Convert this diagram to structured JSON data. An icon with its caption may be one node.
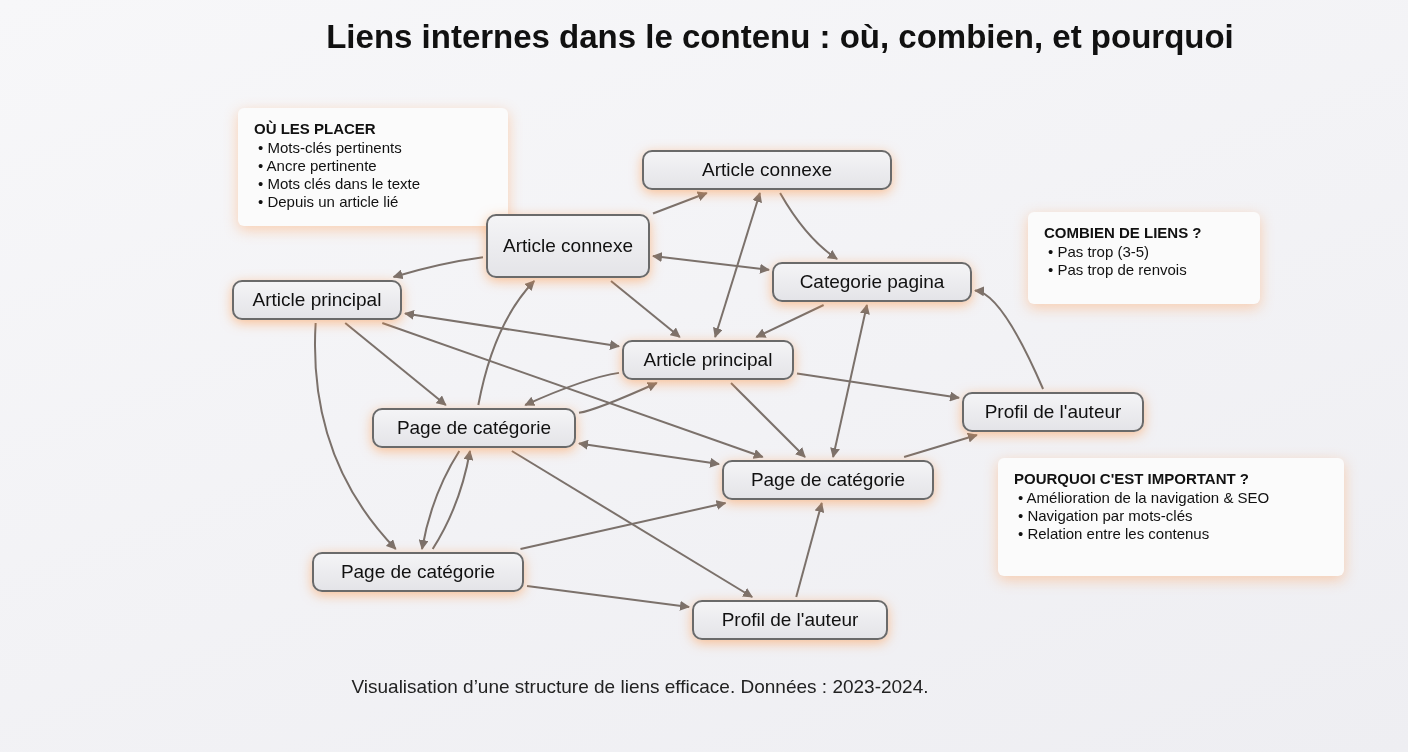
{
  "diagram": {
    "title": "Liens internes dans le contenu : où, combien, et pourquoi",
    "caption": "Visualisation d’une structure de liens efficace. Données : 2023-2024.",
    "nodes": [
      {
        "text": [
          "OÙ LES PLACER",
          "• Mots-clés pertinents",
          "• Ancre pertinente",
          "• Mots clés dans le texte",
          "• Depuis un article lié"
        ]
      },
      {
        "text": [
          "Article connexe"
        ]
      },
      {
        "text": [
          "Article connexe"
        ]
      },
      {
        "text": [
          "COMBIEN DE LIENS ?",
          "• Pas trop (3-5)",
          "• Pas trop de renvois"
        ]
      },
      {
        "text": [
          "Article principal"
        ]
      },
      {
        "text": [
          "Categorie pagina"
        ]
      },
      {
        "text": [
          "Article principal"
        ]
      },
      {
        "text": [
          "Profil de l'auteur"
        ]
      },
      {
        "text": [
          "Page de catégorie"
        ]
      },
      {
        "text": [
          "Page de catégorie"
        ]
      },
      {
        "text": [
          "POURQUOI C'EST IMPORTANT ?",
          "• Amélioration de la navigation & SEO",
          "• Navigation par mots-clés",
          "• Relation entre les contenus"
        ]
      },
      {
        "text": [
          "Page de catégorie"
        ]
      },
      {
        "text": [
          "Profil de l'auteur"
        ]
      }
    ],
    "edges": [
      {
        "from": 2,
        "to": 1,
        "arrow": "to"
      },
      {
        "from": 2,
        "to": 4,
        "arrow": "to"
      },
      {
        "from": 2,
        "to": 5,
        "arrow": "both"
      },
      {
        "from": 2,
        "to": 6,
        "arrow": "to"
      },
      {
        "from": 1,
        "to": 6,
        "arrow": "both"
      },
      {
        "from": 1,
        "to": 5,
        "arrow": "to"
      },
      {
        "from": 5,
        "to": 6,
        "arrow": "to"
      },
      {
        "from": 4,
        "to": 6,
        "arrow": "both"
      },
      {
        "from": 4,
        "to": 8,
        "arrow": "to"
      },
      {
        "from": 4,
        "to": 11,
        "arrow": "to"
      },
      {
        "from": 4,
        "to": 9,
        "arrow": "to"
      },
      {
        "from": 8,
        "to": 2,
        "arrow": "to"
      },
      {
        "from": 8,
        "to": 6,
        "arrow": "to"
      },
      {
        "from": 6,
        "to": 8,
        "arrow": "to"
      },
      {
        "from": 6,
        "to": 7,
        "arrow": "to"
      },
      {
        "from": 6,
        "to": 9,
        "arrow": "to"
      },
      {
        "from": 5,
        "to": 9,
        "arrow": "both"
      },
      {
        "from": 7,
        "to": 5,
        "arrow": "to"
      },
      {
        "from": 9,
        "to": 7,
        "arrow": "to"
      },
      {
        "from": 8,
        "to": 9,
        "arrow": "both"
      },
      {
        "from": 8,
        "to": 11,
        "arrow": "to"
      },
      {
        "from": 11,
        "to": 8,
        "arrow": "to"
      },
      {
        "from": 8,
        "to": 12,
        "arrow": "to"
      },
      {
        "from": 11,
        "to": 9,
        "arrow": "to"
      },
      {
        "from": 11,
        "to": 12,
        "arrow": "to"
      },
      {
        "from": 12,
        "to": 9,
        "arrow": "to"
      }
    ]
  }
}
